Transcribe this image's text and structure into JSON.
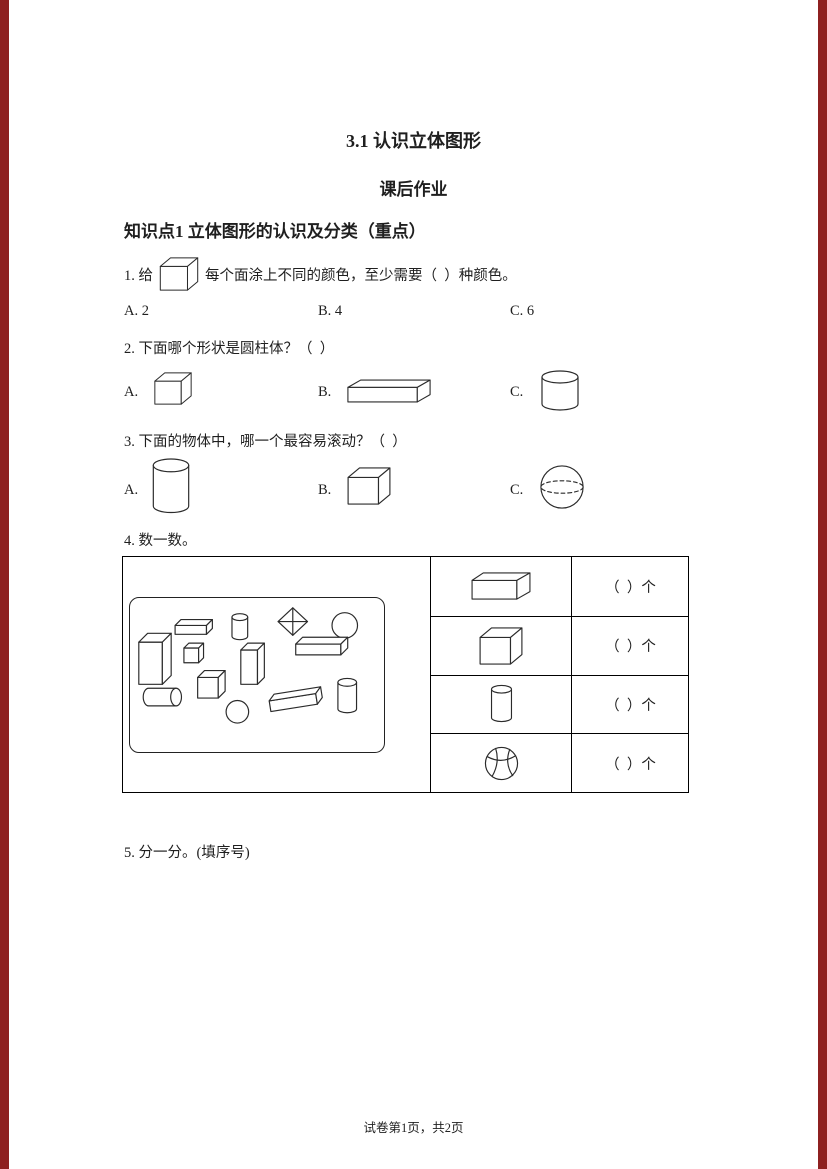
{
  "colors": {
    "edge_bar": "#8e2020",
    "ink": "#1f1f1f"
  },
  "doc": {
    "title": "3.1 认识立体图形",
    "subtitle": "课后作业",
    "section": "知识点1 立体图形的认识及分类（重点）",
    "footer": "试卷第1页，共2页"
  },
  "q1": {
    "prefix": "1. 给",
    "suffix": "每个面涂上不同的颜色，至少需要（  ）种颜色。",
    "options": [
      {
        "label": "A. 2"
      },
      {
        "label": "B. 4"
      },
      {
        "label": "C. 6"
      }
    ]
  },
  "q2": {
    "text": "2. 下面哪个形状是圆柱体？（  ）",
    "options": [
      {
        "label": "A.",
        "shape": "cube-icon"
      },
      {
        "label": "B.",
        "shape": "cuboid-icon"
      },
      {
        "label": "C.",
        "shape": "cylinder-icon"
      }
    ]
  },
  "q3": {
    "text": "3. 下面的物体中，哪一个最容易滚动？（  ）",
    "options": [
      {
        "label": "A.",
        "shape": "cylinder-icon"
      },
      {
        "label": "B.",
        "shape": "cube-icon"
      },
      {
        "label": "C.",
        "shape": "sphere-icon"
      }
    ]
  },
  "q4": {
    "text": "4. 数一数。",
    "rows": [
      {
        "shape": "cuboid-icon",
        "count": "（  ）个"
      },
      {
        "shape": "cube-icon",
        "count": "（  ）个"
      },
      {
        "shape": "cylinder-icon",
        "count": "（  ）个"
      },
      {
        "shape": "ball-icon",
        "count": "（  ）个"
      }
    ],
    "collection_shapes": [
      "cuboid",
      "cylinder",
      "diamond",
      "sphere",
      "cuboid",
      "cube",
      "cuboid",
      "cuboid",
      "cube",
      "cylinder-lying",
      "sphere",
      "cuboid-tilted",
      "cylinder"
    ]
  },
  "q5": {
    "text": "5. 分一分。(填序号)"
  }
}
